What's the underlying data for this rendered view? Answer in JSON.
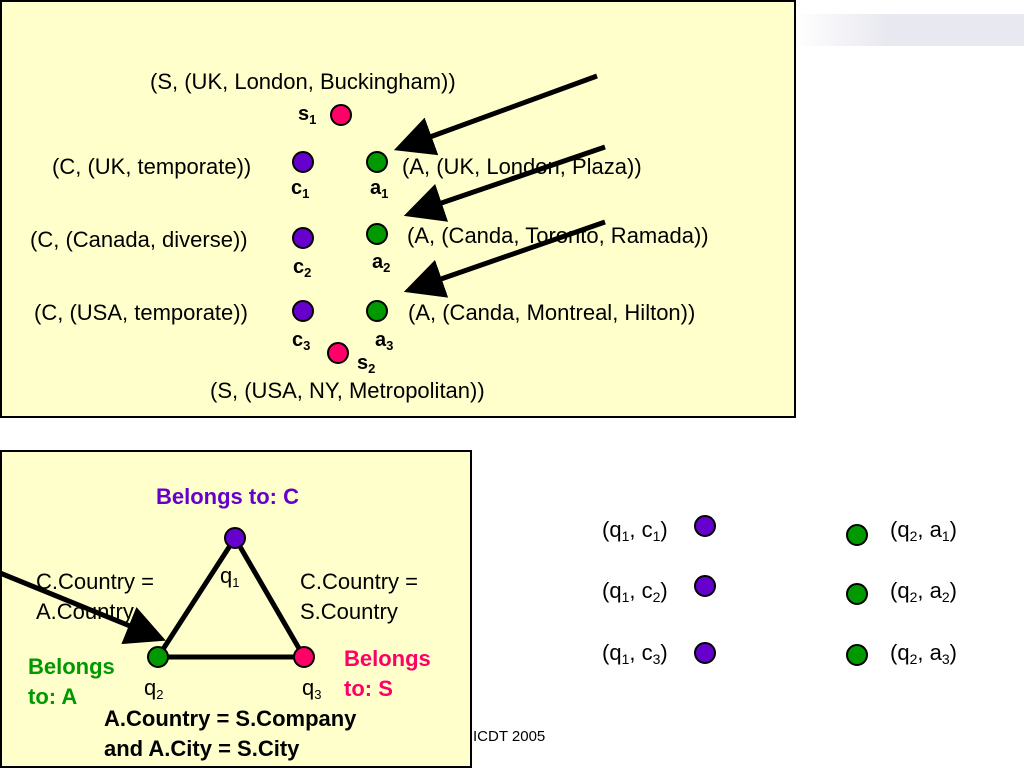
{
  "colors": {
    "panel": "#ffffcc",
    "purple": "#6600cc",
    "green": "#009900",
    "red": "#ff0066",
    "text_purple": "#6600cc",
    "text_green": "#009900",
    "text_red": "#ff0066"
  },
  "top": {
    "s1_tuple": "(S, (UK, London, Buckingham))",
    "s1": {
      "base": "s",
      "sub": "1"
    },
    "c1_tuple": "(C, (UK, temporate))",
    "c1": {
      "base": "c",
      "sub": "1"
    },
    "a1_tuple": "(A, (UK, London, Plaza))",
    "a1": {
      "base": "a",
      "sub": "1"
    },
    "c2_tuple": "(C, (Canada, diverse))",
    "c2": {
      "base": "c",
      "sub": "2"
    },
    "a2_tuple": "(A, (Canda, Toronto, Ramada))",
    "a2": {
      "base": "a",
      "sub": "2"
    },
    "c3_tuple": "(C, (USA, temporate))",
    "c3": {
      "base": "c",
      "sub": "3"
    },
    "a3_tuple": "(A, (Canda, Montreal, Hilton))",
    "a3": {
      "base": "a",
      "sub": "3"
    },
    "s2": {
      "base": "s",
      "sub": "2"
    },
    "s2_tuple": "(S, (USA, NY, Metropolitan))"
  },
  "query": {
    "belongs_c": "Belongs to: C",
    "q1": {
      "base": "q",
      "sub": "1"
    },
    "q2": {
      "base": "q",
      "sub": "2"
    },
    "q3": {
      "base": "q",
      "sub": "3"
    },
    "left_cond_1": "C.Country =",
    "left_cond_2": "A.Country",
    "right_cond_1": "C.Country =",
    "right_cond_2": "S.Country",
    "belongs_a_1": "Belongs",
    "belongs_a_2": "to: A",
    "belongs_s_1": "Belongs",
    "belongs_s_2": "to: S",
    "bottom_cond_1": "A.Country = S.Company",
    "bottom_cond_2": "and A.City = S.City"
  },
  "pairs": {
    "left": [
      {
        "open": "(q",
        "s1": "1",
        ", c": "",
        "mid": ", c",
        "s2": "1",
        "close": ")"
      },
      {
        "open": "(q",
        "s1": "1",
        "mid": ", c",
        "s2": "2",
        "close": ")"
      },
      {
        "open": "(q",
        "s1": "1",
        "mid": ", c",
        "s2": "3",
        "close": ")"
      }
    ],
    "right": [
      {
        "open": "(q",
        "s1": "2",
        "mid": ", a",
        "s2": "1",
        "close": ")"
      },
      {
        "open": "(q",
        "s1": "2",
        "mid": ", a",
        "s2": "2",
        "close": ")"
      },
      {
        "open": "(q",
        "s1": "2",
        "mid": ", a",
        "s2": "3",
        "close": ")"
      }
    ]
  },
  "footer": "ICDT 2005"
}
